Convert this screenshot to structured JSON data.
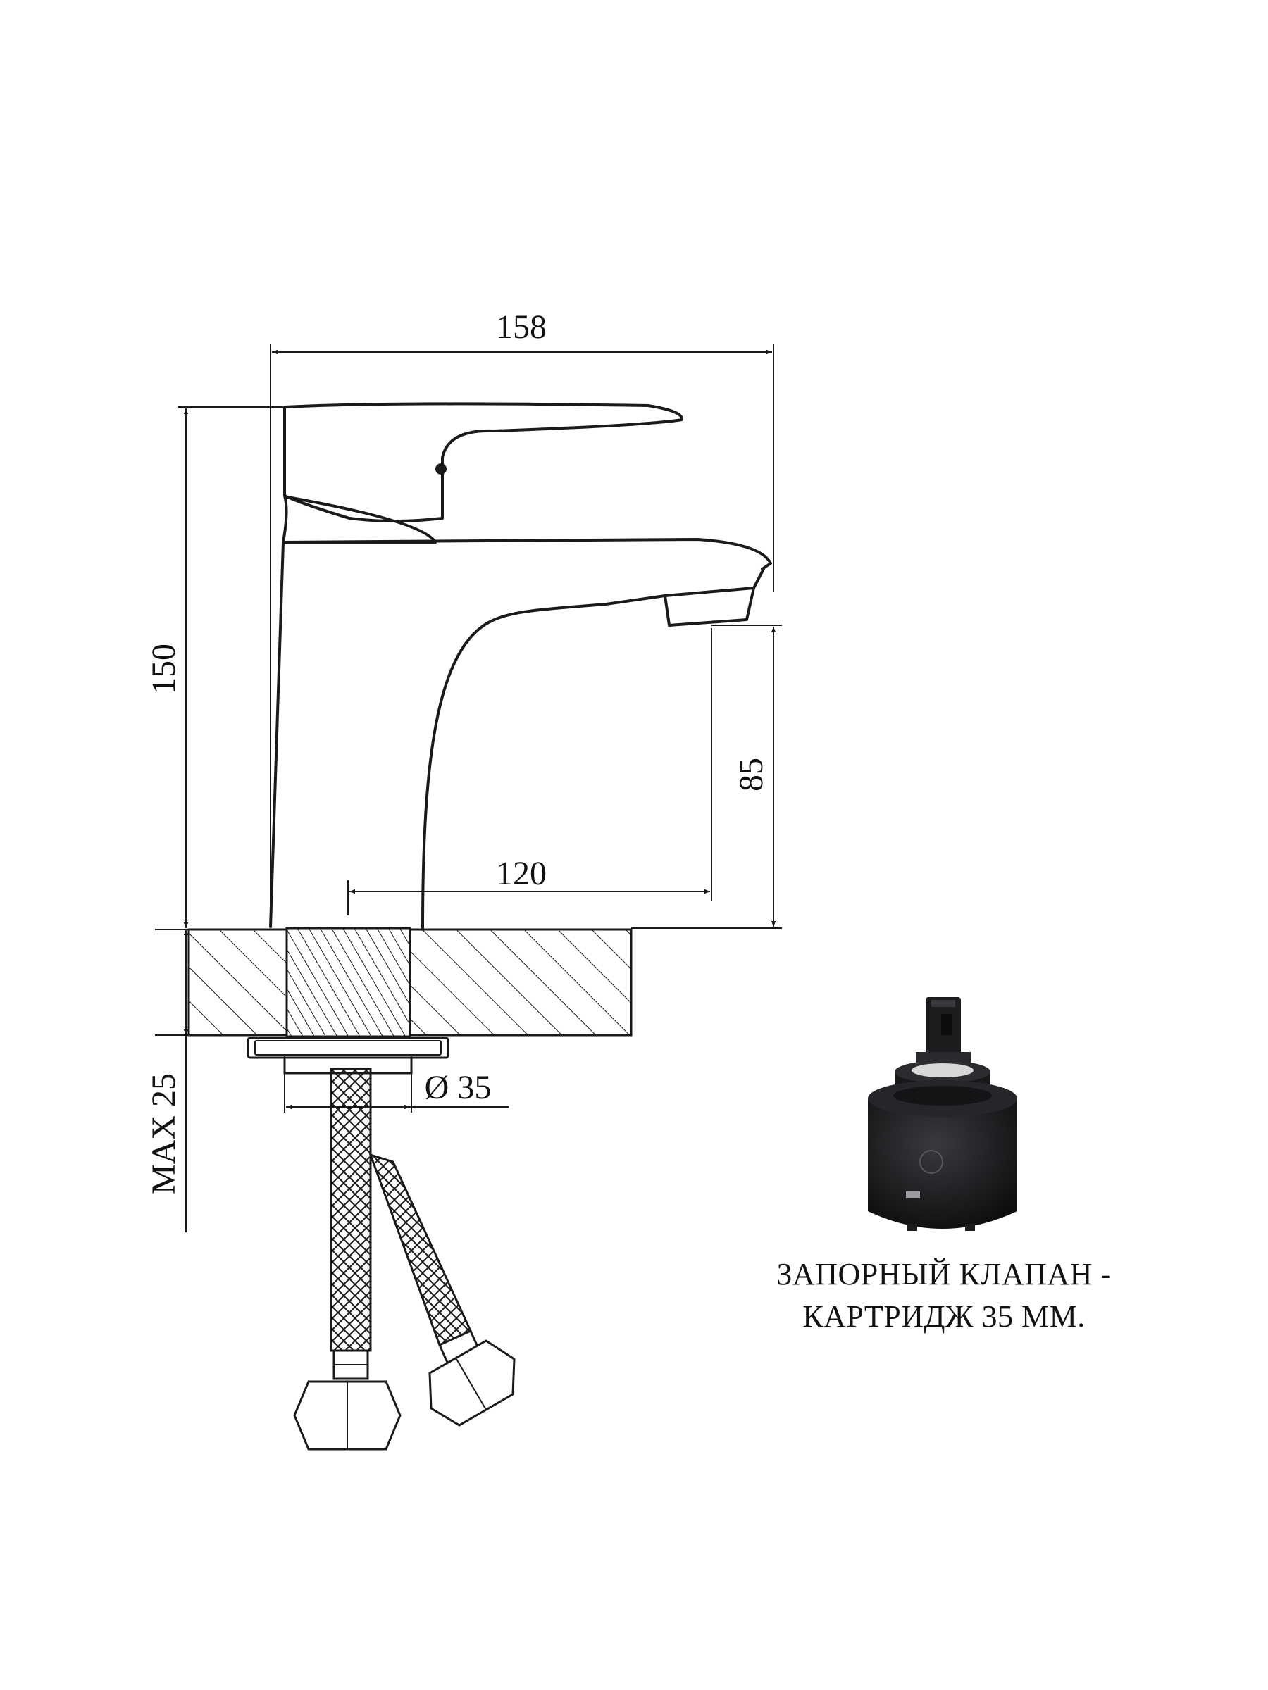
{
  "dimensions": {
    "total_width": "158",
    "total_height": "150",
    "spout_height": "85",
    "spout_reach": "120",
    "mount_thickness": "MAX 25",
    "hole_diameter": "Ø 35"
  },
  "cartridge_caption": {
    "line1": "ЗАПОРНЫЙ КЛАПАН -",
    "line2": "КАРТРИДЖ 35 ММ."
  },
  "colors": {
    "line": "#1a1a1a",
    "cartridge_body": "#1c1c1e"
  }
}
